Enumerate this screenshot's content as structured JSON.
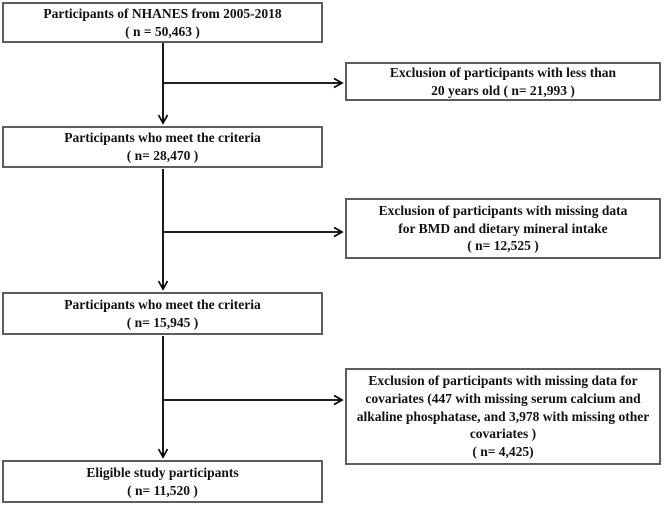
{
  "figure_type": "participant-selection-flowchart",
  "colors": {
    "background": "#ffffff",
    "box_border": "#5d5d5d",
    "text": "#111111",
    "arrow": "#000000"
  },
  "flowchart": {
    "main_boxes": [
      {
        "text": "Participants of NHANES from 2005-2018\n( n = 50,463 )"
      },
      {
        "text": "Participants who meet the criteria\n( n= 28,470 )"
      },
      {
        "text": "Participants who meet the criteria\n( n= 15,945 )"
      },
      {
        "text": "Eligible study participants\n( n= 11,520 )"
      }
    ],
    "exclusion_boxes": [
      {
        "text": "Exclusion of participants with less than\n20 years old ( n= 21,993 )"
      },
      {
        "text": "Exclusion of participants with missing data\nfor BMD and dietary mineral intake\n( n= 12,525 )"
      },
      {
        "text": "Exclusion of participants with missing data for\ncovariates (447 with missing serum calcium and\nalkaline phosphatase, and 3,978 with missing other\ncovariates )\n( n= 4,425)"
      }
    ]
  }
}
